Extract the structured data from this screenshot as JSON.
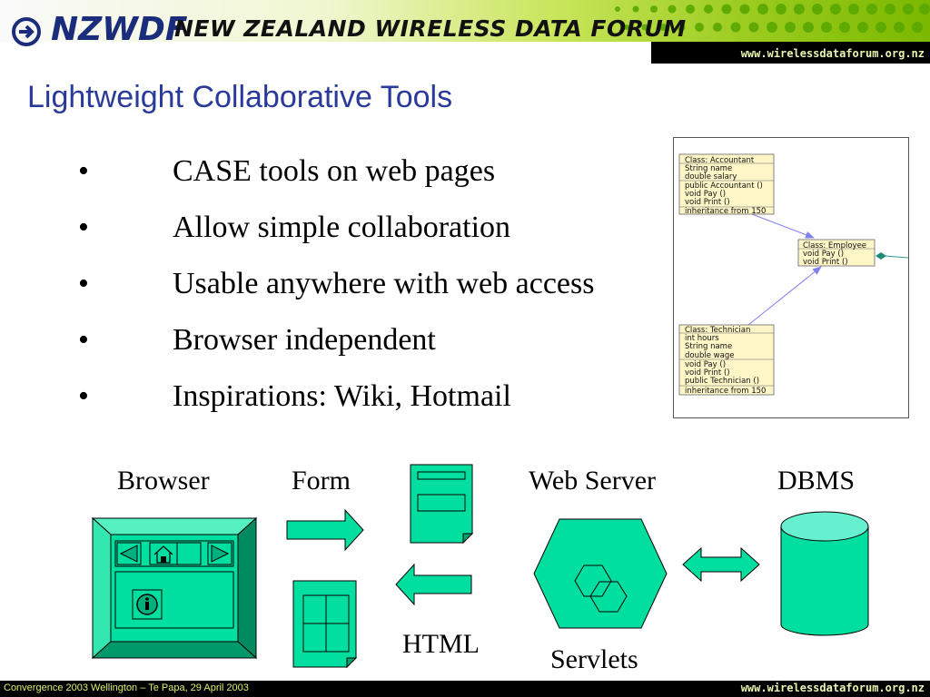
{
  "header": {
    "logo": "NZWDF",
    "subtitle": "NEW ZEALAND WIRELESS DATA FORUM",
    "url": "www.wirelessdataforum.org.nz"
  },
  "slide": {
    "title": "Lightweight Collaborative Tools",
    "bullet_char": "•",
    "bullets": [
      "CASE tools on web pages",
      "Allow simple collaboration",
      "Usable anywhere with web access",
      "Browser independent",
      "Inspirations: Wiki, Hotmail"
    ]
  },
  "uml": {
    "accountant": [
      "Class: Accountant",
      "String name",
      "double salary",
      "public Accountant ()",
      "void Pay ()",
      "void Print ()",
      "inheritance from 150"
    ],
    "employee": [
      "Class: Employee",
      "void Pay ()",
      "void Print ()"
    ],
    "technician": [
      "Class: Technician",
      "int hours",
      "String name",
      "double wage",
      "void Pay ()",
      "void Print ()",
      "public Technician ()",
      "inheritance from 150"
    ]
  },
  "diagram": {
    "browser": "Browser",
    "form": "Form",
    "web_server": "Web Server",
    "dbms": "DBMS",
    "html": "HTML",
    "servlets": "Servlets"
  },
  "footer": {
    "left": "Convergence 2003 Wellington – Te Papa, 29 April 2003",
    "url": "www.wirelessdataforum.org.nz"
  },
  "colors": {
    "title": "#2a3a9a",
    "shape_fill": "#00dfa0",
    "shape_dark": "#00b07c",
    "uml_box_fill": "#fff6c8",
    "footer_text": "#d8ef70"
  }
}
